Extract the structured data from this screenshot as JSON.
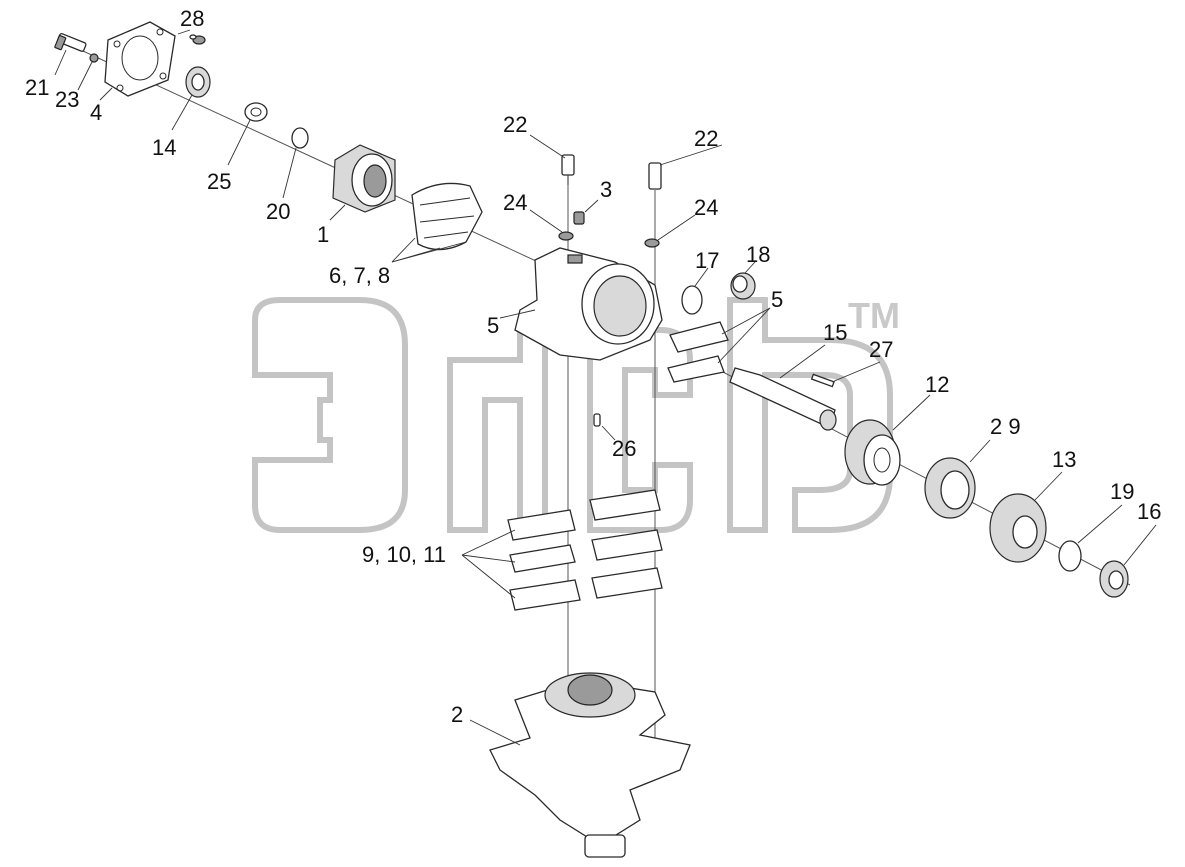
{
  "watermark": {
    "trademark": "TM"
  },
  "callouts": {
    "c28": "28",
    "c21": "21",
    "c23": "23",
    "c4": "4",
    "c14": "14",
    "c25": "25",
    "c20": "20",
    "c1": "1",
    "c678": "6, 7, 8",
    "c22a": "22",
    "c22b": "22",
    "c3": "3",
    "c24a": "24",
    "c24b": "24",
    "c17": "17",
    "c18": "18",
    "c5a": "5",
    "c5b": "5",
    "c15": "15",
    "c27": "27",
    "c12": "12",
    "c26": "26",
    "c29": "2 9",
    "c13": "13",
    "c19": "19",
    "c16": "16",
    "c91011": "9, 10, 11",
    "c2": "2"
  }
}
